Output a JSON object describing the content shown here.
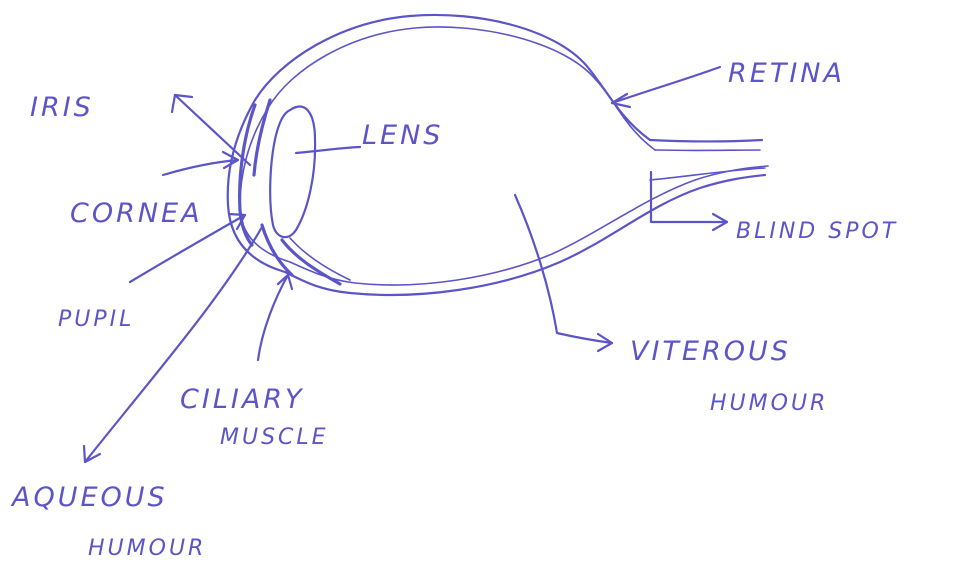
{
  "labels": {
    "iris": "IRIS",
    "lens": "LENS",
    "retina": "RETINA",
    "cornea": "CORNEA",
    "blind_spot": "BLIND SPOT",
    "pupil": "PUPIL",
    "viterous_line1": "VITEROUS",
    "viterous_line2": "HUMOUR",
    "ciliary_line1": "CILIARY",
    "ciliary_line2": "MUSCLE",
    "aqueous_line1": "AQUEOUS",
    "aqueous_line2": "HUMOUR"
  },
  "colors": {
    "ink": "#5b55c8",
    "paper": "#ffffff"
  }
}
